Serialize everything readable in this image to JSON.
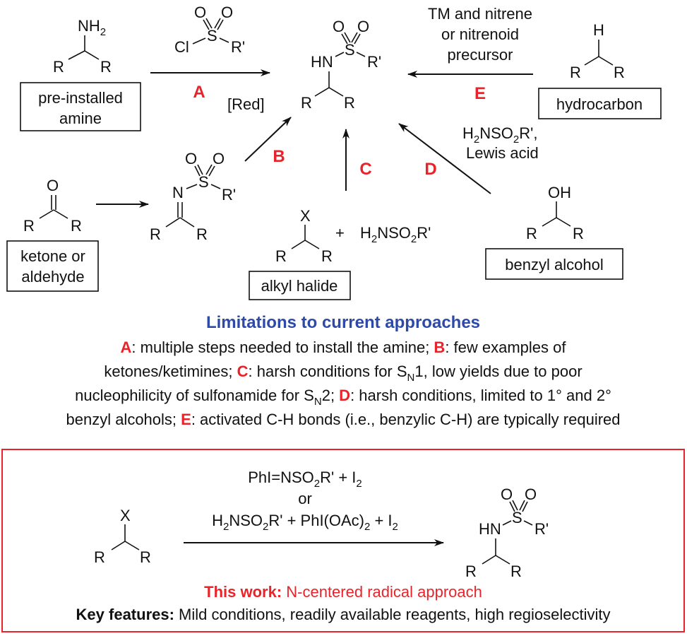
{
  "colors": {
    "label_red": "#e8232a",
    "heading_blue": "#2e4aa8",
    "ink": "#111111",
    "box_red": "#e8232a"
  },
  "atoms": {
    "NH2": "NH",
    "sub2": "2",
    "O": "O",
    "S": "S",
    "Cl": "Cl",
    "Rp": "R'",
    "R": "R",
    "HN": "HN",
    "N": "N",
    "H": "H",
    "X": "X",
    "OH": "OH",
    "plus": "+"
  },
  "boxes": {
    "amine_l1": "pre-installed",
    "amine_l2": "amine",
    "ketone_l1": "ketone or",
    "ketone_l2": "aldehyde",
    "alkyl": "alkyl halide",
    "benzyl": "benzyl alcohol",
    "hydrocarbon": "hydrocarbon"
  },
  "routes": {
    "A": "A",
    "B": "B",
    "C": "C",
    "D": "D",
    "E": "E",
    "red_reagent": "[Red]",
    "E_reagent_l1": "TM and nitrene",
    "E_reagent_l2": "or nitrenoid",
    "E_reagent_l3": "precursor",
    "D_reagent_l1_a": "H",
    "D_reagent_l1_b": "NSO",
    "D_reagent_l1_c": "R',",
    "D_reagent_l2": "Lewis acid",
    "C_reagent_a": "H",
    "C_reagent_b": "NSO",
    "C_reagent_c": "R'"
  },
  "limitations": {
    "heading": "Limitations to current approaches",
    "line1": [
      {
        "red": "A"
      },
      {
        "txt": ": multiple steps needed to install the amine; "
      },
      {
        "red": "B"
      },
      {
        "txt": ": few examples of"
      }
    ],
    "line2": [
      {
        "txt": "ketones/ketimines; "
      },
      {
        "red": "C"
      },
      {
        "txt": ": harsh conditions for S"
      },
      {
        "sub": "N"
      },
      {
        "txt": "1, low yields due to poor"
      }
    ],
    "line3": [
      {
        "txt": "nucleophilicity of sulfonamide for S"
      },
      {
        "sub": "N"
      },
      {
        "txt": "2; "
      },
      {
        "red": "D"
      },
      {
        "txt": ": harsh conditions, limited to 1° and 2°"
      }
    ],
    "line4": [
      {
        "txt": "benzyl alcohols; "
      },
      {
        "red": "E"
      },
      {
        "txt": ": activated C-H bonds (i.e., benzylic C-H) are typically required"
      }
    ]
  },
  "this_work": {
    "reagent1_a": "PhI=NSO",
    "reagent1_b": "R' + I",
    "or": "or",
    "reagent2_a": "H",
    "reagent2_b": "NSO",
    "reagent2_c": "R' + PhI(OAc)",
    "reagent2_d": " + I",
    "title_bold": "This work:",
    "title_rest": " N-centered radical approach",
    "features_bold": "Key features:",
    "features_rest": " Mild conditions, readily available reagents, high regioselectivity"
  }
}
